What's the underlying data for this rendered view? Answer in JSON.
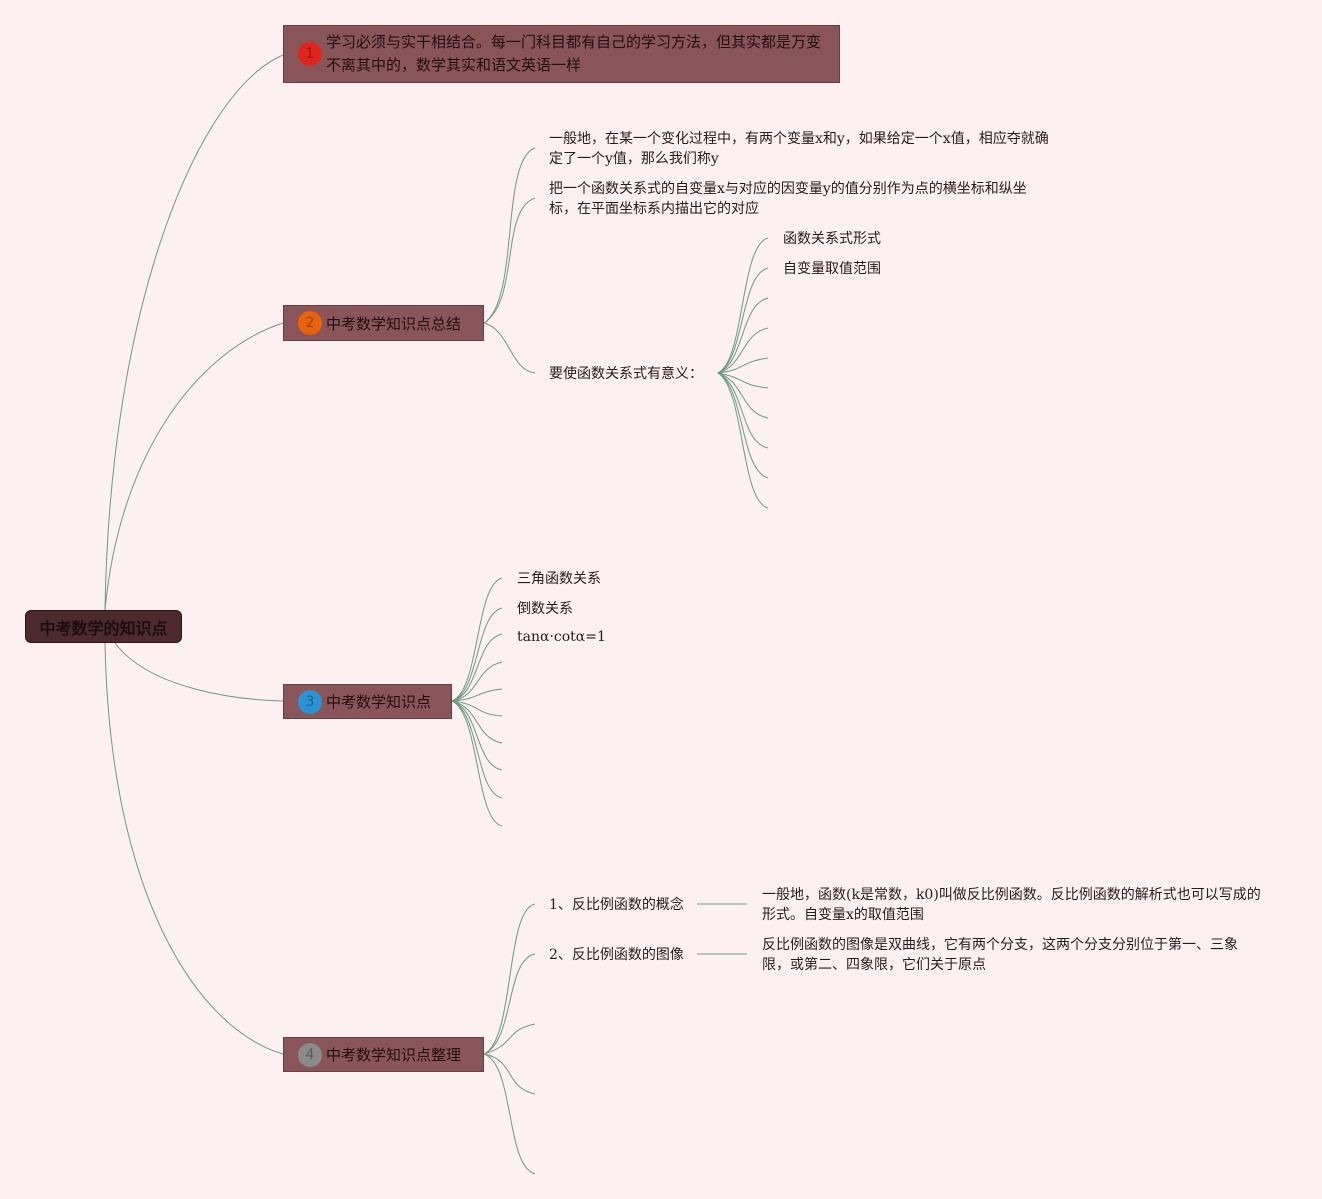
{
  "root": {
    "label": "中考数学的知识点"
  },
  "topics": [
    {
      "number": "1",
      "badge_color": "#e0261a",
      "label": "学习必须与实干相结合。每一门科目都有自己的学习方法，但其实都是万变不离其中的，数学其实和语文英语一样"
    },
    {
      "number": "2",
      "badge_color": "#e8630a",
      "label": "中考数学知识点总结"
    },
    {
      "number": "3",
      "badge_color": "#2a93d5",
      "label": "中考数学知识点"
    },
    {
      "number": "4",
      "badge_color": "#8a8a8a",
      "label": "中考数学知识点整理"
    }
  ],
  "topic2_children": {
    "definition": "一般地，在某一个变化过程中，有两个变量x和y，如果给定一个x值，相应夺就确定了一个y值，那么我们称y",
    "graph": "把一个函数关系式的自变量x与对应的因变量y的值分别作为点的横坐标和纵坐标，在平面坐标系内描出它的对应",
    "meaningful": "要使函数关系式有意义：",
    "meaningful_children": [
      "函数关系式形式",
      "自变量取值范围"
    ]
  },
  "topic3_children": [
    "三角函数关系",
    "倒数关系",
    "tanα·cotα=1"
  ],
  "topic4_children": [
    {
      "label": "1、反比例函数的概念",
      "detail": "一般地，函数(k是常数，k0)叫做反比例函数。反比例函数的解析式也可以写成的形式。自变量x的取值范围"
    },
    {
      "label": "2、反比例函数的图像",
      "detail": "反比例函数的图像是双曲线，它有两个分支，这两个分支分别位于第一、三象限，或第二、四象限，它们关于原点"
    }
  ],
  "colors": {
    "background": "#fdf0f0",
    "link": "#5f8f7c"
  }
}
